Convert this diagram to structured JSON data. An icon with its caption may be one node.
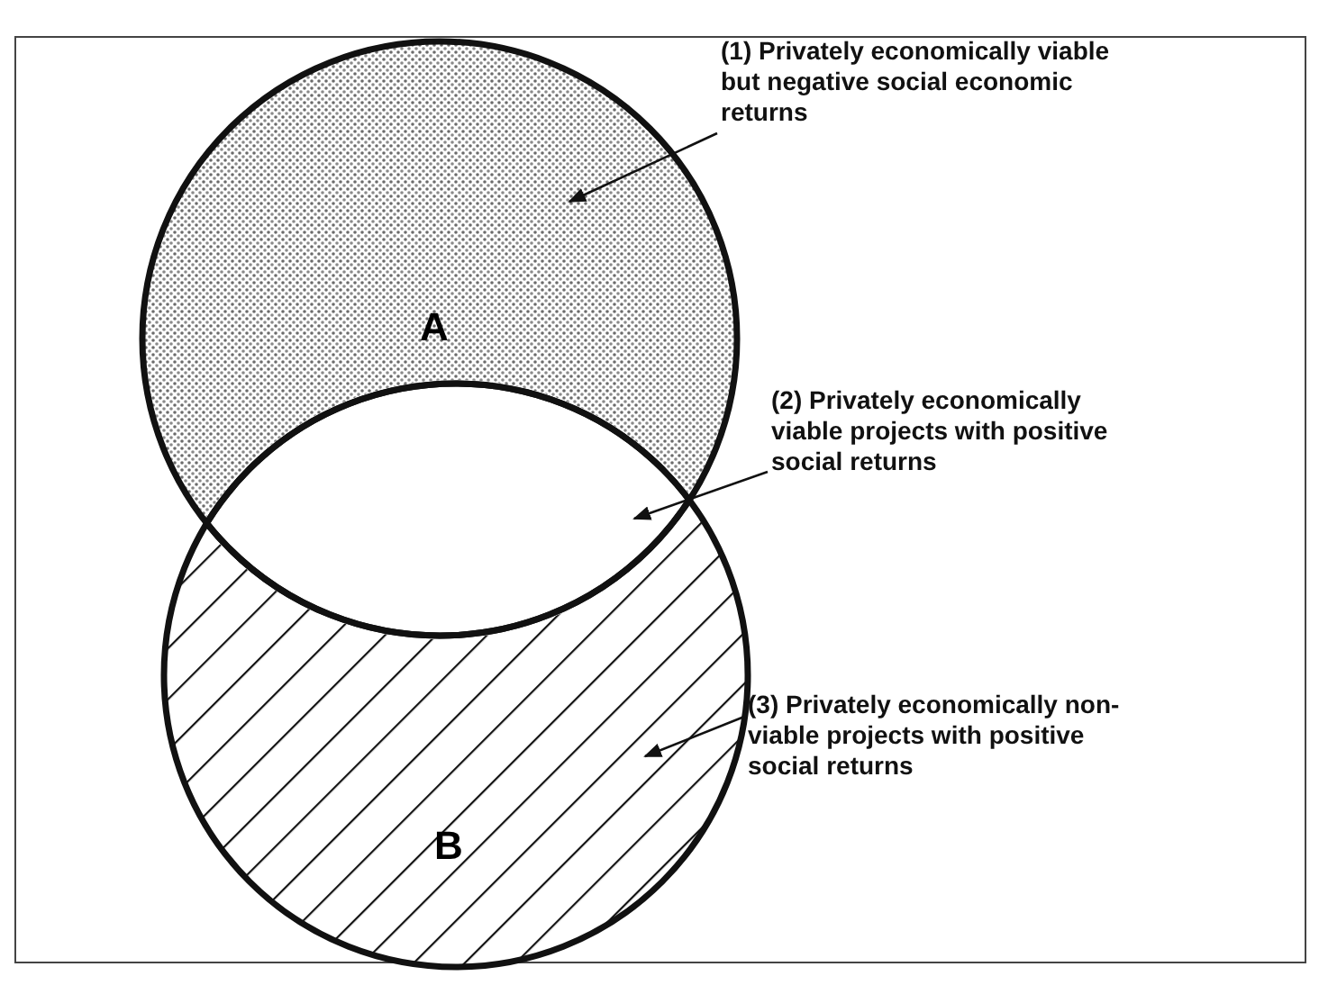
{
  "diagram": {
    "nodes": [
      {
        "text": [
          "A"
        ]
      },
      {
        "text": [
          "B"
        ]
      },
      {
        "text": [],
        "shape": "lens"
      },
      {
        "text": [
          "(1) Privately economically viable but negative social economic returns"
        ]
      },
      {
        "text": [
          "(2) Privately economically viable projects with positive social returns"
        ]
      },
      {
        "text": [
          "(3) Privately economically non-viable projects with positive social returns"
        ]
      }
    ],
    "edges": [
      {
        "from": 3,
        "to": 0,
        "arrow": "to"
      },
      {
        "from": 4,
        "to": 2,
        "arrow": "to"
      },
      {
        "from": 5,
        "to": 1,
        "arrow": "to"
      }
    ]
  }
}
